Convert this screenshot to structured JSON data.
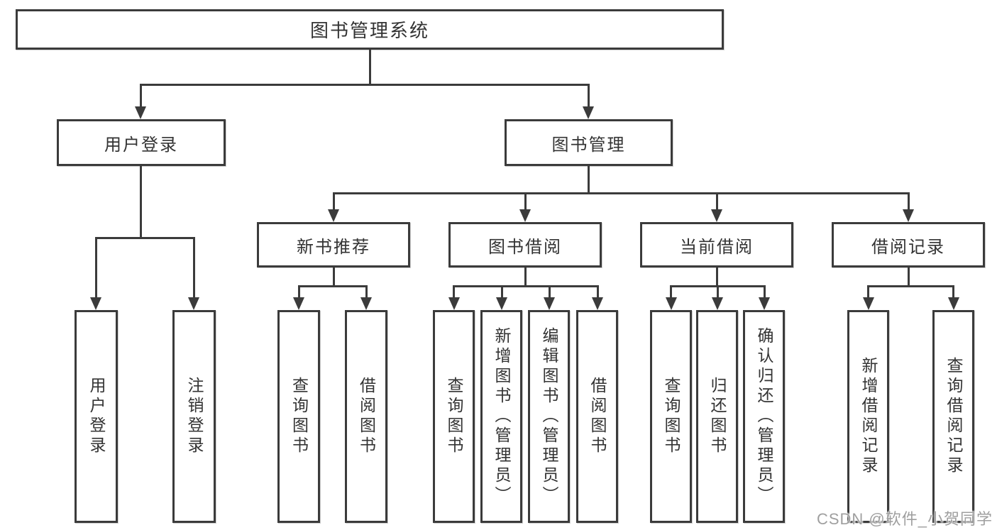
{
  "page": {
    "background": "#ffffff",
    "line_color": "#3b3b3b",
    "text_color": "#333333",
    "watermark_color": "#9f9f9f"
  },
  "watermark": "CSDN @软件_小贺同学",
  "tree": {
    "root": {
      "label": "图书管理系统"
    },
    "branches": [
      {
        "label": "用户登录",
        "children": [
          {
            "label": "用户登录"
          },
          {
            "label": "注销登录"
          }
        ]
      },
      {
        "label": "图书管理",
        "children": [
          {
            "label": "新书推荐",
            "children": [
              {
                "label": "查询图书"
              },
              {
                "label": "借阅图书"
              }
            ]
          },
          {
            "label": "图书借阅",
            "children": [
              {
                "label": "查询图书"
              },
              {
                "label": "新增图书（管理员）"
              },
              {
                "label": "编辑图书（管理员）"
              },
              {
                "label": "借阅图书"
              }
            ]
          },
          {
            "label": "当前借阅",
            "children": [
              {
                "label": "查询图书"
              },
              {
                "label": "归还图书"
              },
              {
                "label": "确认归还（管理员）"
              }
            ]
          },
          {
            "label": "借阅记录",
            "children": [
              {
                "label": "新增借阅记录"
              },
              {
                "label": "查询借阅记录"
              }
            ]
          }
        ]
      }
    ]
  }
}
